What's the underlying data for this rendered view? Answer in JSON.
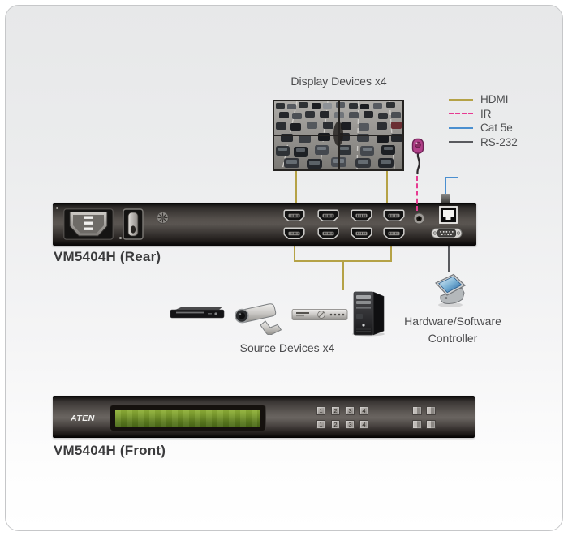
{
  "diagram": {
    "title_display": "Display Devices x4",
    "title_source": "Source Devices x4",
    "controller_label_line1": "Hardware/Software",
    "controller_label_line2": "Controller",
    "rear_caption": "VM5404H (Rear)",
    "front_caption": "VM5404H (Front)"
  },
  "legend": {
    "items": [
      {
        "label": "HDMI",
        "color": "#b5a246",
        "line_style": "solid"
      },
      {
        "label": "IR",
        "color": "#e73a92",
        "line_style": "dashed"
      },
      {
        "label": "Cat 5e",
        "color": "#4a8fd0",
        "line_style": "solid"
      },
      {
        "label": "RS-232",
        "color": "#595a5e",
        "line_style": "solid"
      }
    ]
  },
  "rear_panel": {
    "hdmi_top_row_ports": 4,
    "hdmi_bottom_row_ports": 4
  },
  "front_panel": {
    "brand": "ATEN",
    "output_buttons": [
      "1",
      "2",
      "3",
      "4"
    ],
    "input_buttons": [
      "1",
      "2",
      "3",
      "4"
    ]
  },
  "icons": {
    "hdmi-port-icon": "hdmi-socket-shape",
    "rj45-port-icon": "ethernet-jack-shape",
    "db9-port-icon": "serial-connector-shape",
    "power-socket-icon": "iec-inlet-shape",
    "power-switch-icon": "rocker-switch-shape",
    "grounding-screw-icon": "screw-head-shape",
    "ir-port-icon": "minijack-circle",
    "ir-receiver-icon": "ir-receiver-shape",
    "video-wall-icon": "traffic-photo-2x2",
    "dvd-player-icon": "slim-deck-shape",
    "camera-icon": "cctv-bullet-shape",
    "media-player-icon": "silver-deck-shape",
    "pc-tower-icon": "tower-case-shape",
    "controller-icon": "touch-panel-shape"
  },
  "colors": {
    "hdmi_line": "#b5a246",
    "ir_line": "#e73a92",
    "cat5e_line": "#4a8fd0",
    "rs232_line": "#595a5e",
    "lcd_green": "#6f9129",
    "panel_dark": "#2c2927",
    "background_top": "#e7e8e9",
    "background_bottom": "#ffffff"
  }
}
